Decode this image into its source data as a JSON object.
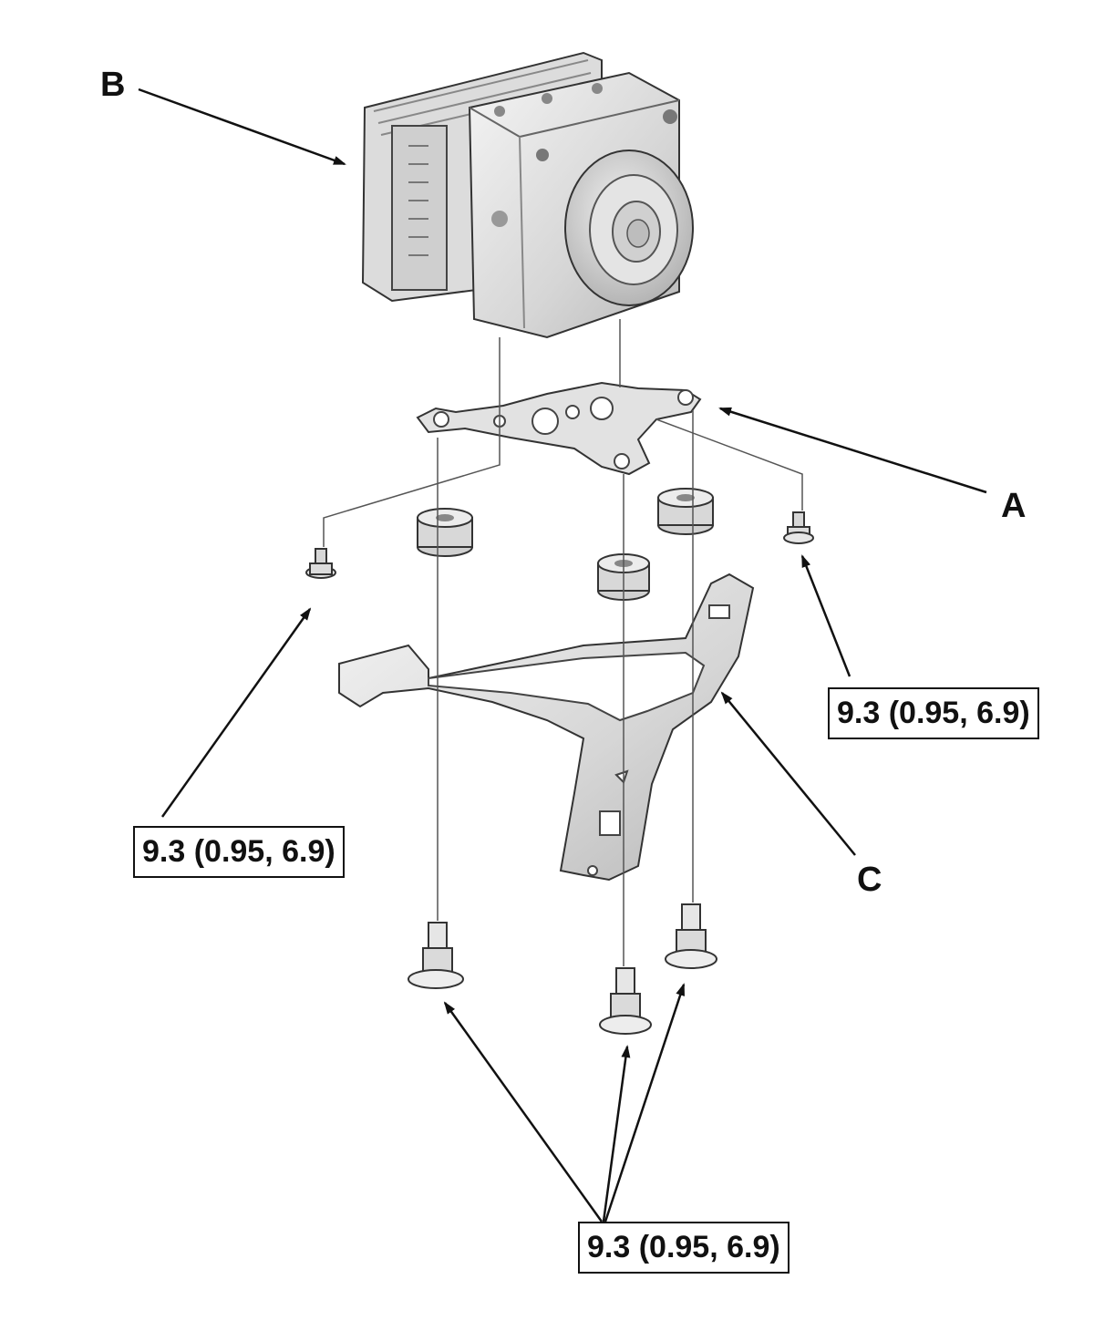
{
  "labels": {
    "a": "A",
    "b": "B",
    "c": "C"
  },
  "torque": {
    "right_bolt": "9.3 (0.95, 6.9)",
    "left_bolt": "9.3 (0.95, 6.9)",
    "lower_bolts": "9.3 (0.95, 6.9)"
  },
  "colors": {
    "line": "#111111",
    "part_fill": "#e6e6e6",
    "part_shade": "#c8c8c8",
    "part_edge": "#333333"
  }
}
